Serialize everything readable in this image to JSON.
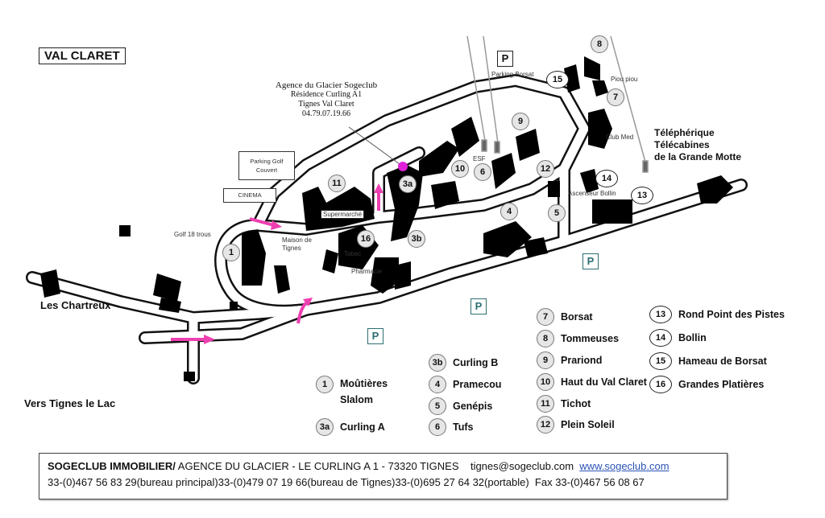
{
  "title": "VAL CLARET",
  "agency": {
    "name": "Agence du Glacier Sogeclub",
    "residence": "Résidence Curling A1",
    "place": "Tignes Val Claret",
    "phone": "04.79.07.19.66",
    "pin_color": "#e020d8"
  },
  "places": {
    "les_chartreux": "Les Chartreux",
    "vers_tignes": "Vers  Tignes le Lac",
    "golf": "Golf 18 trous",
    "maison_tignes": "Maison de Tignes",
    "supermarche": "Supermarché",
    "tabac": "Tabac",
    "pharmacie": "Pharmacie",
    "parking_golf": "Parking Golf Couvert",
    "cinema": "CINEMA",
    "parking_borsat": "Parking Borsat",
    "piou_piou": "Piou piou",
    "club_med": "Club Med",
    "esf": "ESF",
    "ascenseur": "Ascenseur Bollin",
    "tele1": "Téléphérique",
    "tele2": "Télécabines",
    "tele3": "de la Grande Motte",
    "parking_symbol": "P"
  },
  "markers": [
    "1",
    "3a",
    "3b",
    "4",
    "5",
    "6",
    "7",
    "8",
    "9",
    "10",
    "11",
    "12",
    "13",
    "14",
    "15",
    "16"
  ],
  "legend": [
    {
      "num": "1",
      "label": "Moûtières",
      "label2": "Slalom"
    },
    {
      "num": "3a",
      "label": "Curling A"
    },
    {
      "num": "3b",
      "label": "Curling B"
    },
    {
      "num": "4",
      "label": "Pramecou"
    },
    {
      "num": "5",
      "label": "Genépis"
    },
    {
      "num": "6",
      "label": "Tufs"
    },
    {
      "num": "7",
      "label": "Borsat"
    },
    {
      "num": "8",
      "label": "Tommeuses"
    },
    {
      "num": "9",
      "label": "Prariond"
    },
    {
      "num": "10",
      "label": "Haut du Val Claret"
    },
    {
      "num": "11",
      "label": "Tichot"
    },
    {
      "num": "12",
      "label": "Plein Soleil"
    },
    {
      "num": "13",
      "label": "Rond Point des Pistes"
    },
    {
      "num": "14",
      "label": "Bollin"
    },
    {
      "num": "15",
      "label": "Hameau de Borsat"
    },
    {
      "num": "16",
      "label": "Grandes Platières"
    }
  ],
  "footer": {
    "company": "SOGECLUB IMMOBILIER/",
    "address": " AGENCE DU GLACIER - LE CURLING A 1  - 73320 TIGNES",
    "email": "tignes@sogeclub.com",
    "website": "www.sogeclub.com",
    "phones": "33-(0)467 56 83 29(bureau principal)33-(0)479 07 19 66(bureau de Tignes)33-(0)695 27 64 32(portable)",
    "fax": "Fax 33-(0)467 56 08 67"
  },
  "colors": {
    "arrow": "#ee3fb0",
    "parking": "#2d6f72",
    "road": "#111111"
  }
}
